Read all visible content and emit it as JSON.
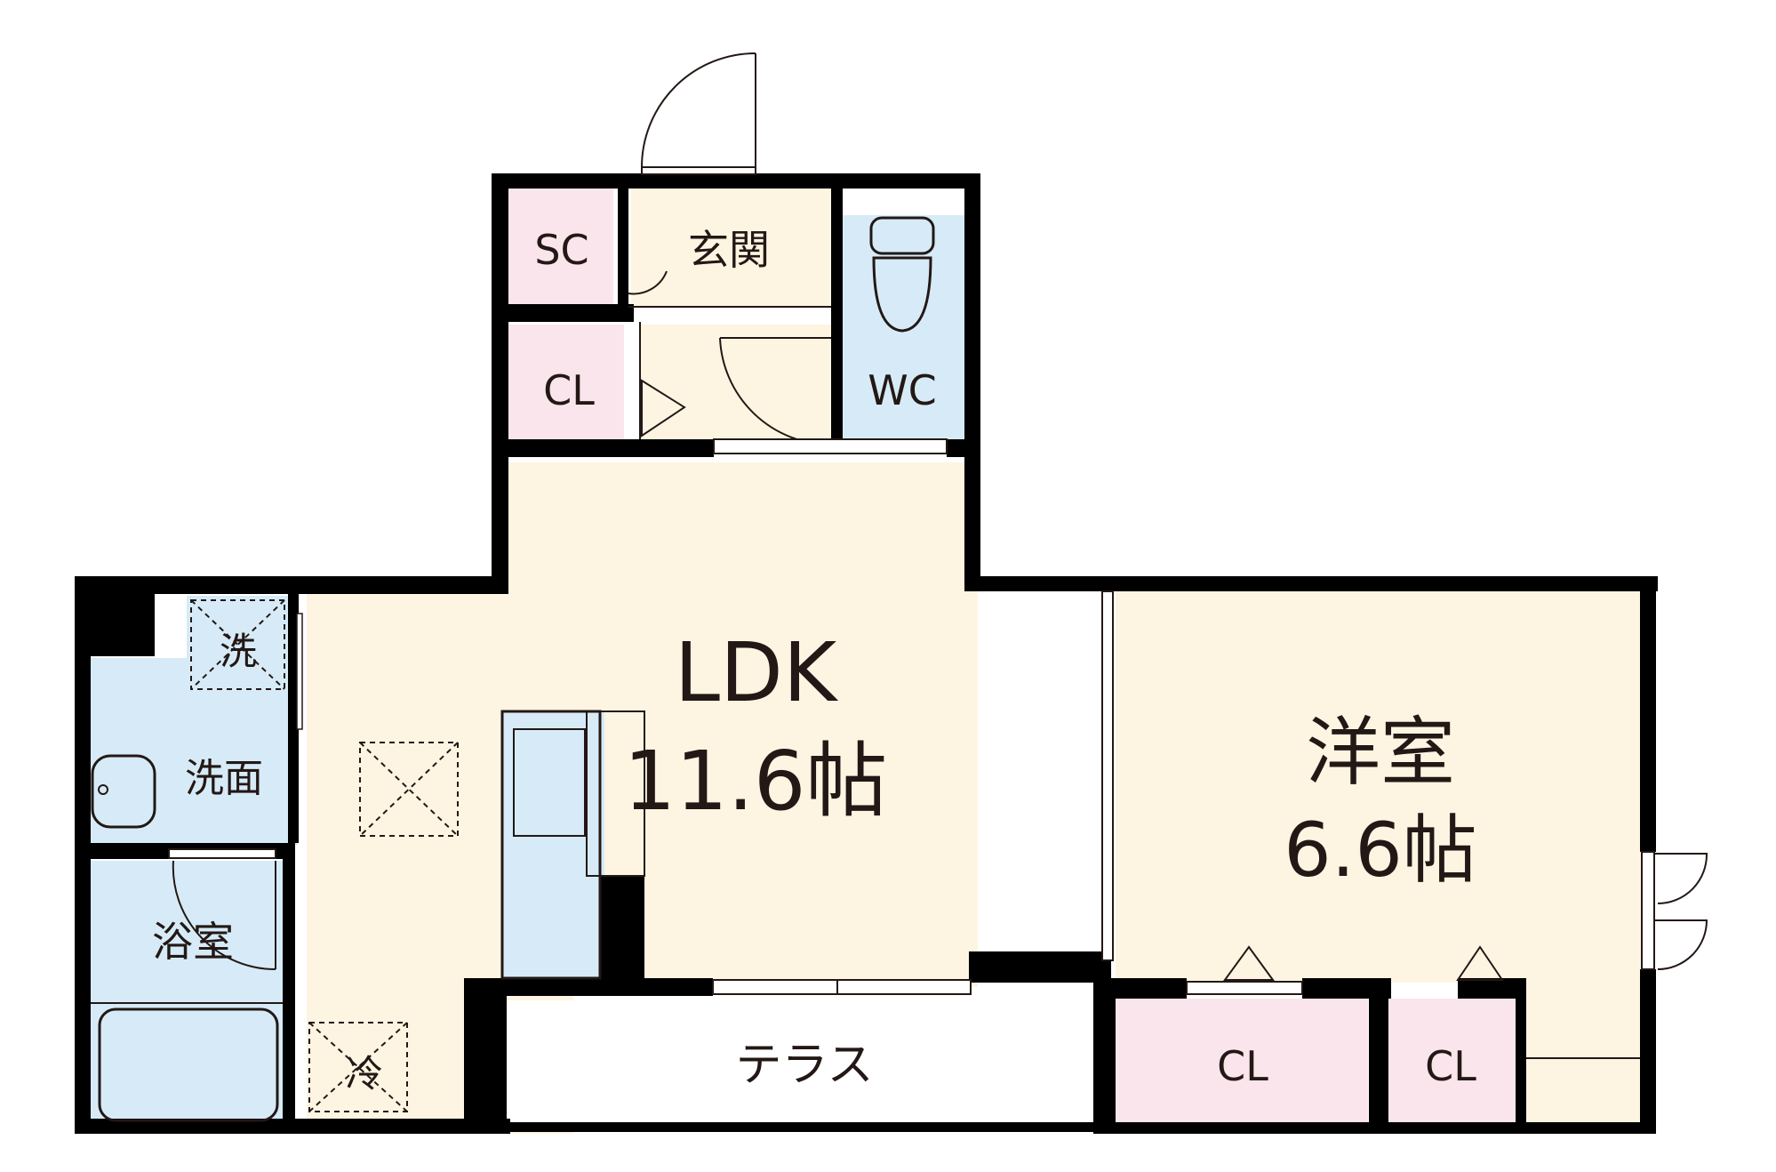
{
  "colors": {
    "living_floor": "#fdf5e2",
    "wet_area": "#d6ebf7",
    "closet": "#fbe5ec",
    "wall": "#000000",
    "line": "#231815"
  },
  "rooms": {
    "ldk": {
      "name": "LDK",
      "size": "11.6帖"
    },
    "western": {
      "name": "洋室",
      "size": "6.6帖"
    },
    "entrance": {
      "name": "玄関"
    },
    "shoe_closet": {
      "name": "SC"
    },
    "entry_closet": {
      "name": "CL"
    },
    "toilet": {
      "name": "WC"
    },
    "washroom": {
      "name": "洗面"
    },
    "washer": {
      "name": "洗"
    },
    "bathroom": {
      "name": "浴室"
    },
    "fridge": {
      "name": "冷"
    },
    "terrace": {
      "name": "テラス"
    },
    "closet_1": {
      "name": "CL"
    },
    "closet_2": {
      "name": "CL"
    }
  }
}
